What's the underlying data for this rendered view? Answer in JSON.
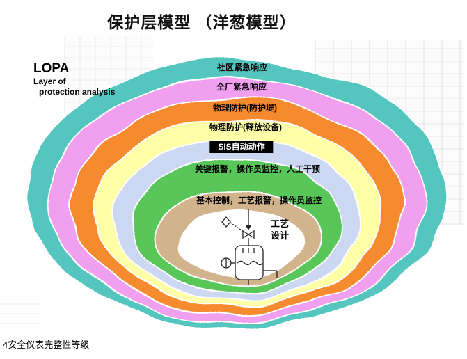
{
  "slide": {
    "title": "保护层模型 （洋葱模型）",
    "caption": "4安全仪表完整性等级"
  },
  "lopa": {
    "acronym": "LOPA",
    "line1": "Layer of",
    "line2": "protection analysis"
  },
  "layers": [
    {
      "label": "社区紧急响应",
      "color": "#54c6bf"
    },
    {
      "label": "全厂紧急响应",
      "color": "#f0a0ee"
    },
    {
      "label": "物理防护(防护堤)",
      "color": "#f58a2e"
    },
    {
      "label": "物理防护(释放设备)",
      "color": "#ffffa8"
    },
    {
      "label": "SIS自动动作",
      "color": "#ccd8f2"
    },
    {
      "label": "关键报警，操作员监控，人工干预",
      "color": "#58c658"
    },
    {
      "label": "基本控制，工艺报警，操作员监控",
      "color": "#d2b48c"
    }
  ],
  "core": {
    "line1": "工艺",
    "line2": "设计",
    "color": "#ffffff"
  }
}
